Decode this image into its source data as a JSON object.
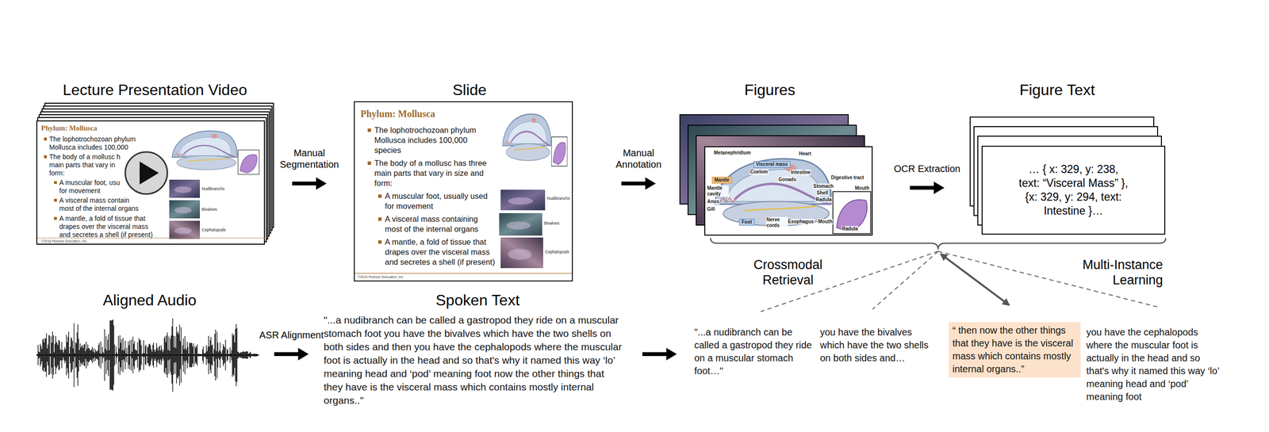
{
  "diagram": {
    "nodes": [
      {
        "text": [
          "Lecture Presentation Video",
          "Phylum: Mollusca",
          "The lophotrochozoan phylum",
          "Mollusca includes 100,000",
          "The body of a mollusc h",
          "main parts that vary in",
          "form:",
          "A muscular foot, usu",
          "for movement",
          "A visceral mass contain",
          "most of the internal organs",
          "A mantle, a fold of tissue that",
          "drapes over the visceral mass",
          "and secretes a shell (if present)",
          "Nudibranchs",
          "Bivalves",
          "Cephalopods",
          "©2016 Pearson Education, Inc."
        ]
      },
      {
        "text": [
          "Slide",
          "Phylum: Mollusca",
          "The lophotrochozoan phylum Mollusca includes 100,000 species",
          "The body of a mollusc has three main parts that vary in size and form:",
          "A muscular foot, usually used for movement",
          "A visceral mass containing most of the internal organs",
          "A mantle, a fold of tissue that drapes over the visceral mass and secretes a shell (if present)",
          "Nudibranchs",
          "Bivalves",
          "Cephalopods",
          "©2016 Pearson Education, Inc."
        ]
      },
      {
        "text": [
          "Figures",
          "Metanephridium",
          "Heart",
          "Visceral mass",
          "Coelom",
          "Intestine",
          "Gonads",
          "Mantle",
          "Digestive tract",
          "Stomach",
          "Mouth",
          "Mantle cavity",
          "Shell",
          "Radula",
          "Anus",
          "Gill",
          "Foot",
          "Nerve cords",
          "Esophagus",
          "Mouth",
          "Radula"
        ]
      },
      {
        "text": [
          "Figure Text",
          "… { x: 329, y: 238, text: “Visceral Mass” }, {x: 329, y: 294, text: Intestine }…"
        ]
      },
      {
        "text": [
          "Aligned Audio"
        ]
      },
      {
        "text": [
          "Spoken Text",
          "\"...a nudibranch can be called a gastropod they ride on a muscular stomach foot you have the bivalves which have the two shells on both sides and then you have the cephalopods where the muscular foot is actually in the head and so that's why it named this way ‘lo’ meaning head and ‘pod’ meaning foot now the other things that they have is the visceral mass which contains mostly internal organs..\""
        ]
      },
      {
        "text": [
          "\"...a nudibranch can be called a gastropod they ride on a muscular stomach foot…\""
        ]
      },
      {
        "text": [
          "you have the bivalves which have the two shells on both sides and…"
        ]
      },
      {
        "text": [
          "“ then now the other things that they have is the visceral mass which contains mostly internal organs..”"
        ]
      },
      {
        "text": [
          "you have the cephalopods where the muscular foot is actually in the head and so that's why it named this way ‘lo’ meaning head and ‘pod’ meaning foot"
        ]
      }
    ],
    "edges": [
      {
        "from": 0,
        "to": 1,
        "label": "Manual Segmentation",
        "arrow": "to"
      },
      {
        "from": 1,
        "to": 2,
        "label": "Manual Annotation",
        "arrow": "to"
      },
      {
        "from": 2,
        "to": 3,
        "label": "OCR Extraction",
        "arrow": "to"
      },
      {
        "from": 4,
        "to": 5,
        "label": "ASR Alignment",
        "arrow": "to"
      },
      {
        "from": 5,
        "to": 6,
        "arrow": "to"
      }
    ],
    "labels": [
      "Crossmodal Retrieval",
      "Multi-Instance Learning"
    ]
  }
}
